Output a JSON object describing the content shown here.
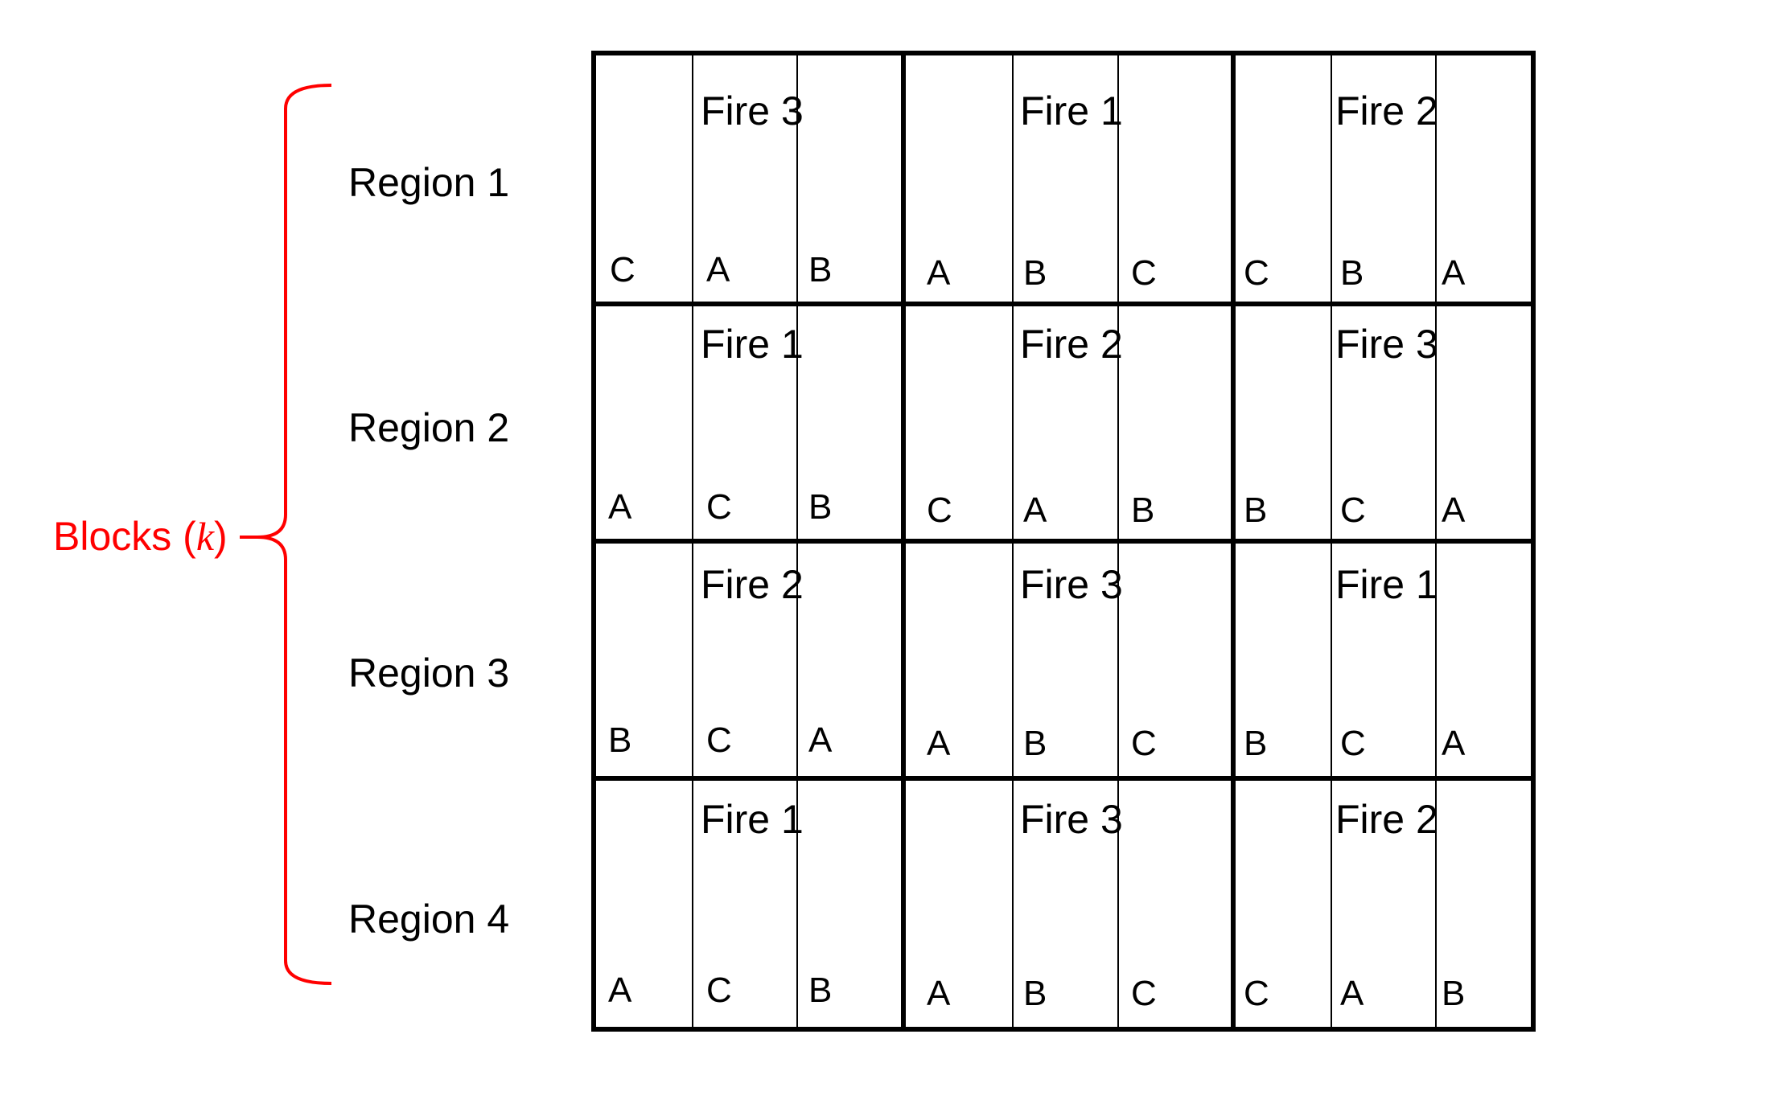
{
  "blocks_label": {
    "text": "Blocks (",
    "var": "k",
    "close": ")"
  },
  "regions": [
    {
      "label": "Region 1",
      "fires": [
        {
          "label": "Fire 3",
          "treatments": [
            "C",
            "A",
            "B"
          ]
        },
        {
          "label": "Fire 1",
          "treatments": [
            "A",
            "B",
            "C"
          ]
        },
        {
          "label": "Fire 2",
          "treatments": [
            "C",
            "B",
            "A"
          ]
        }
      ]
    },
    {
      "label": "Region 2",
      "fires": [
        {
          "label": "Fire 1",
          "treatments": [
            "A",
            "C",
            "B"
          ]
        },
        {
          "label": "Fire 2",
          "treatments": [
            "C",
            "A",
            "B"
          ]
        },
        {
          "label": "Fire 3",
          "treatments": [
            "B",
            "C",
            "A"
          ]
        }
      ]
    },
    {
      "label": "Region 3",
      "fires": [
        {
          "label": "Fire 2",
          "treatments": [
            "B",
            "C",
            "A"
          ]
        },
        {
          "label": "Fire 3",
          "treatments": [
            "A",
            "B",
            "C"
          ]
        },
        {
          "label": "Fire 1",
          "treatments": [
            "B",
            "C",
            "A"
          ]
        }
      ]
    },
    {
      "label": "Region 4",
      "fires": [
        {
          "label": "Fire 1",
          "treatments": [
            "A",
            "C",
            "B"
          ]
        },
        {
          "label": "Fire 3",
          "treatments": [
            "A",
            "B",
            "C"
          ]
        },
        {
          "label": "Fire 2",
          "treatments": [
            "C",
            "A",
            "B"
          ]
        }
      ]
    }
  ],
  "colors": {
    "grid": "#000000",
    "brace": "#ff0000",
    "text": "#000000"
  }
}
